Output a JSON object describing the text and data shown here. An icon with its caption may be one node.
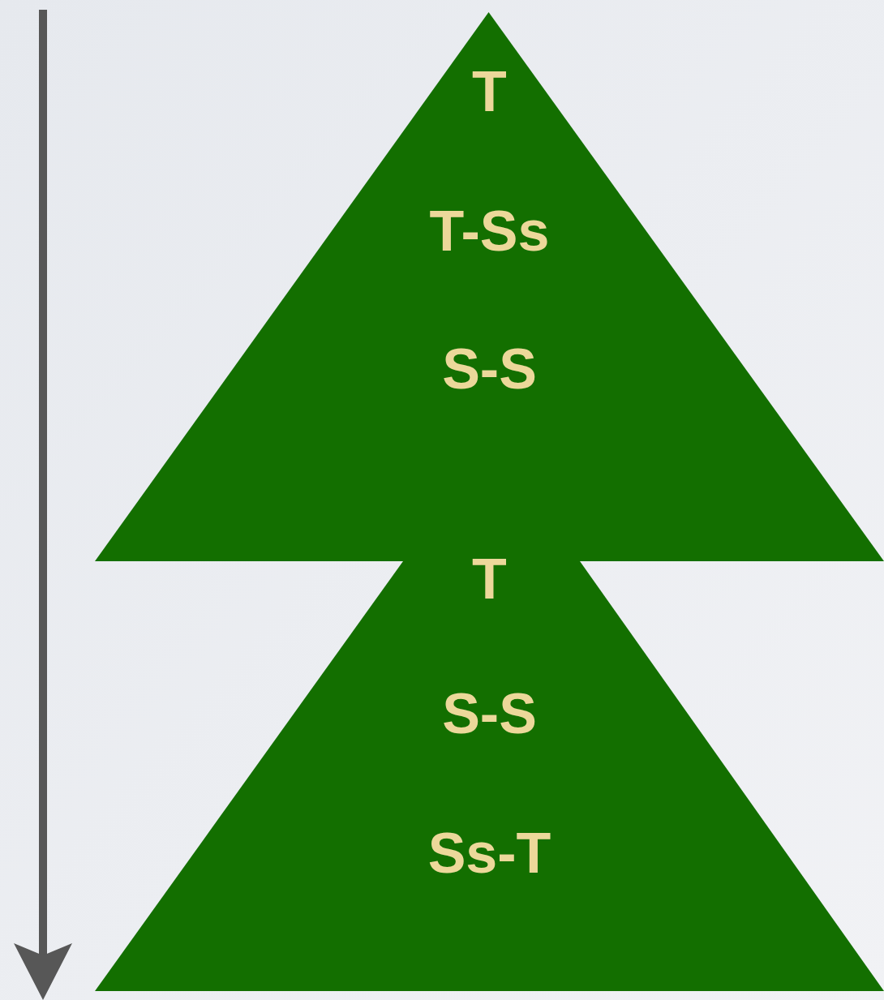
{
  "diagram": {
    "nodes": [
      {
        "text": [
          "T",
          "T-Ss",
          "S-S"
        ]
      },
      {
        "text": [
          "T",
          "S-S",
          "Ss-T"
        ]
      }
    ]
  }
}
